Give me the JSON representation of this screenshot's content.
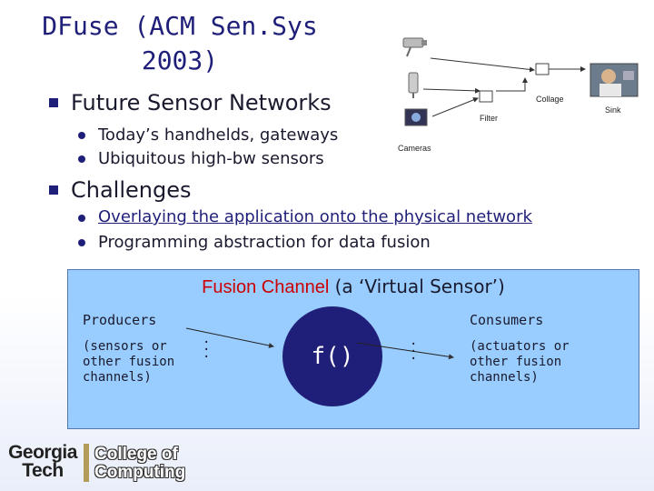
{
  "slide": {
    "title_line1": "DFuse (ACM Sen.Sys",
    "title_line2": "2003)",
    "bullets": [
      {
        "text": "Future Sensor Networks",
        "sub": [
          "Today’s handhelds, gateways",
          "Ubiquitous high-bw sensors"
        ]
      },
      {
        "text": "Challenges",
        "sub": [
          "Overlaying the application onto the physical network",
          "Programming abstraction for data fusion"
        ]
      }
    ],
    "colors": {
      "title": "#1f1f7a",
      "fusion_bg": "#99ccff",
      "fusion_title_red": "#cc0000",
      "circle": "#1f1f7a"
    }
  },
  "diagram": {
    "labels": {
      "collage": "Collage",
      "filter": "Filter",
      "sink": "Sink",
      "cameras": "Cameras"
    },
    "icons": [
      "camera-icon",
      "camera-icon",
      "camera-icon",
      "video-frame-icon",
      "person-photo-icon"
    ]
  },
  "fusion": {
    "title_red": "Fusion Channel",
    "title_rest": " (a ‘Virtual Sensor’)",
    "producers_head": "Producers",
    "producers_body": "(sensors or\nother fusion\nchannels)",
    "consumers_head": "Consumers",
    "consumers_body": "(actuators or\nother fusion\nchannels)",
    "function": "f()"
  },
  "logo": {
    "georgia": "Georgia",
    "tech": "Tech",
    "college": "College of",
    "computing": "Computing"
  }
}
